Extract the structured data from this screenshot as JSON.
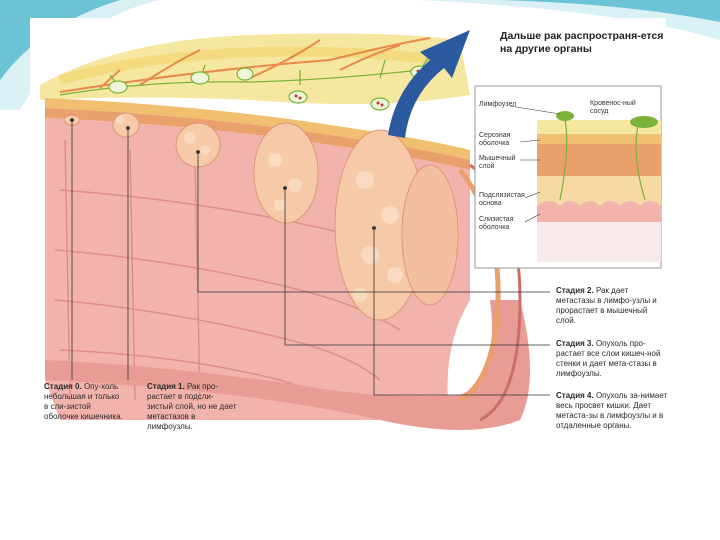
{
  "headline": "Дальше рак распространя-ется на другие органы",
  "inset_labels": {
    "lymph_node": "Лимфоузел",
    "blood_vessel": "Кровенос-ный сосуд",
    "serosa": "Серозная оболочка",
    "muscle": "Мышечный слой",
    "submucosa": "Подслизистая основа",
    "mucosa": "Слизистая оболочка"
  },
  "stages": {
    "s0_title": "Стадия 0.",
    "s0_text": "Опу-холь небольшая и только в сли-зистой оболочке кишечника.",
    "s1_title": "Стадия 1.",
    "s1_text": "Рак про-растает в подсли-зистый слой, но не дает метастазов в лимфоузлы.",
    "s2_title": "Стадия 2.",
    "s2_text": "Рак дает метастазы в лимфо-узлы и прорастает в мышечный слой.",
    "s3_title": "Стадия 3.",
    "s3_text": "Опухоль про-растает все слои кишеч-ной стенки и дает мета-стазы в лимфоузлы.",
    "s4_title": "Стадия 4.",
    "s4_text": "Опухоль за-нимает весь просвет кишки. Дает метаста-зы в лимфоузлы и в отдаленные органы."
  },
  "colors": {
    "accent_teal": "#6cc3d5",
    "tissue": "#f3b3ad",
    "tumor": "#f6c9a8",
    "fat": "#f6e7a0",
    "arrow": "#2c5aa0"
  }
}
